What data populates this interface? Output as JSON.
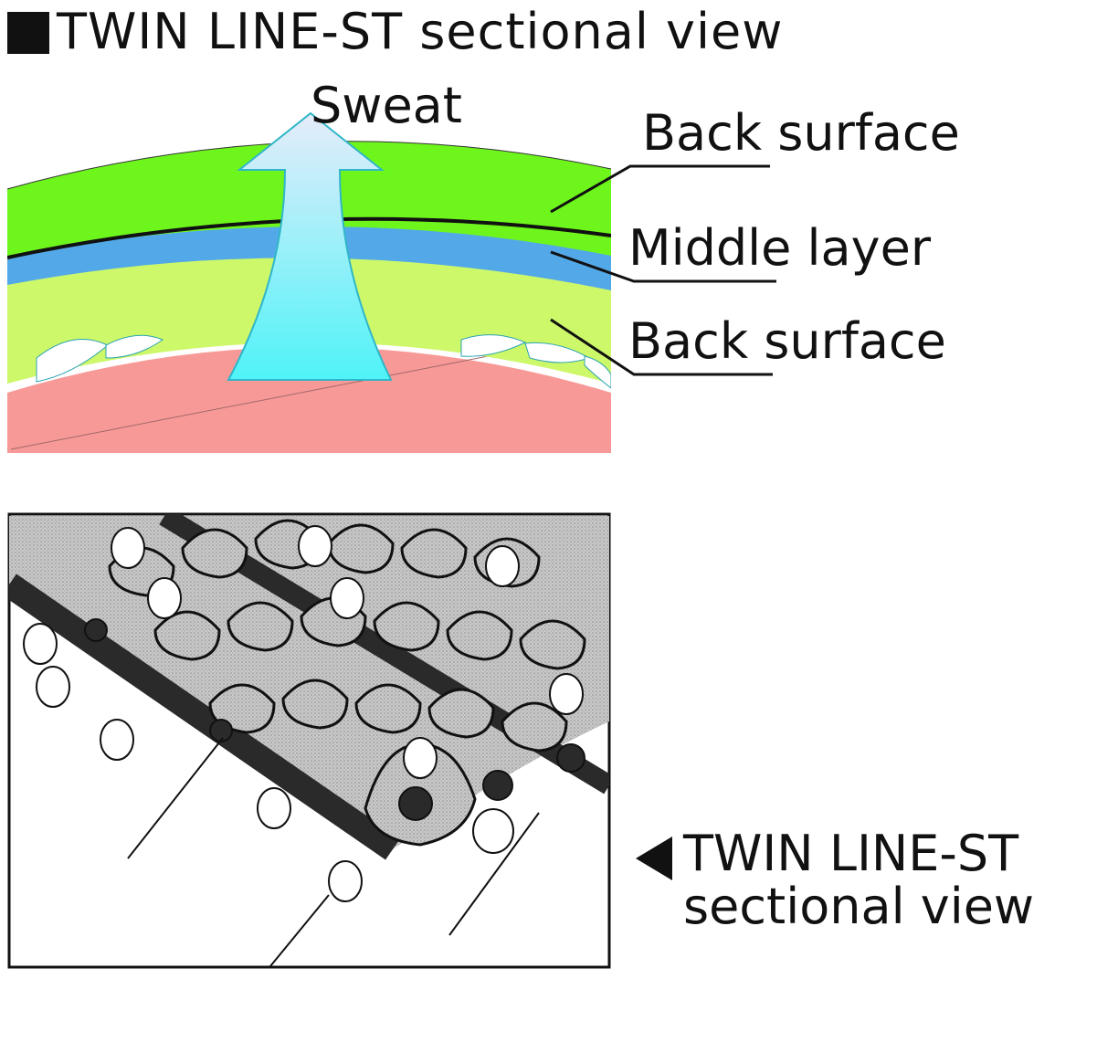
{
  "header": {
    "title": "TWIN LINE-ST sectional view"
  },
  "diagram": {
    "arrow_label": "Sweat",
    "layers": [
      {
        "label": "Back surface",
        "color": "#6ef61c"
      },
      {
        "label": "Middle layer",
        "color": "#53a9e8"
      },
      {
        "label": "Back surface",
        "color": "#cdf86a"
      }
    ],
    "skin_color": "#f79a97",
    "arrow_colors": {
      "top": "#e6ecfa",
      "bottom": "#4ff3f8"
    }
  },
  "knit": {
    "caption_line1": "TWIN LINE-ST",
    "caption_line2": "sectional view"
  }
}
